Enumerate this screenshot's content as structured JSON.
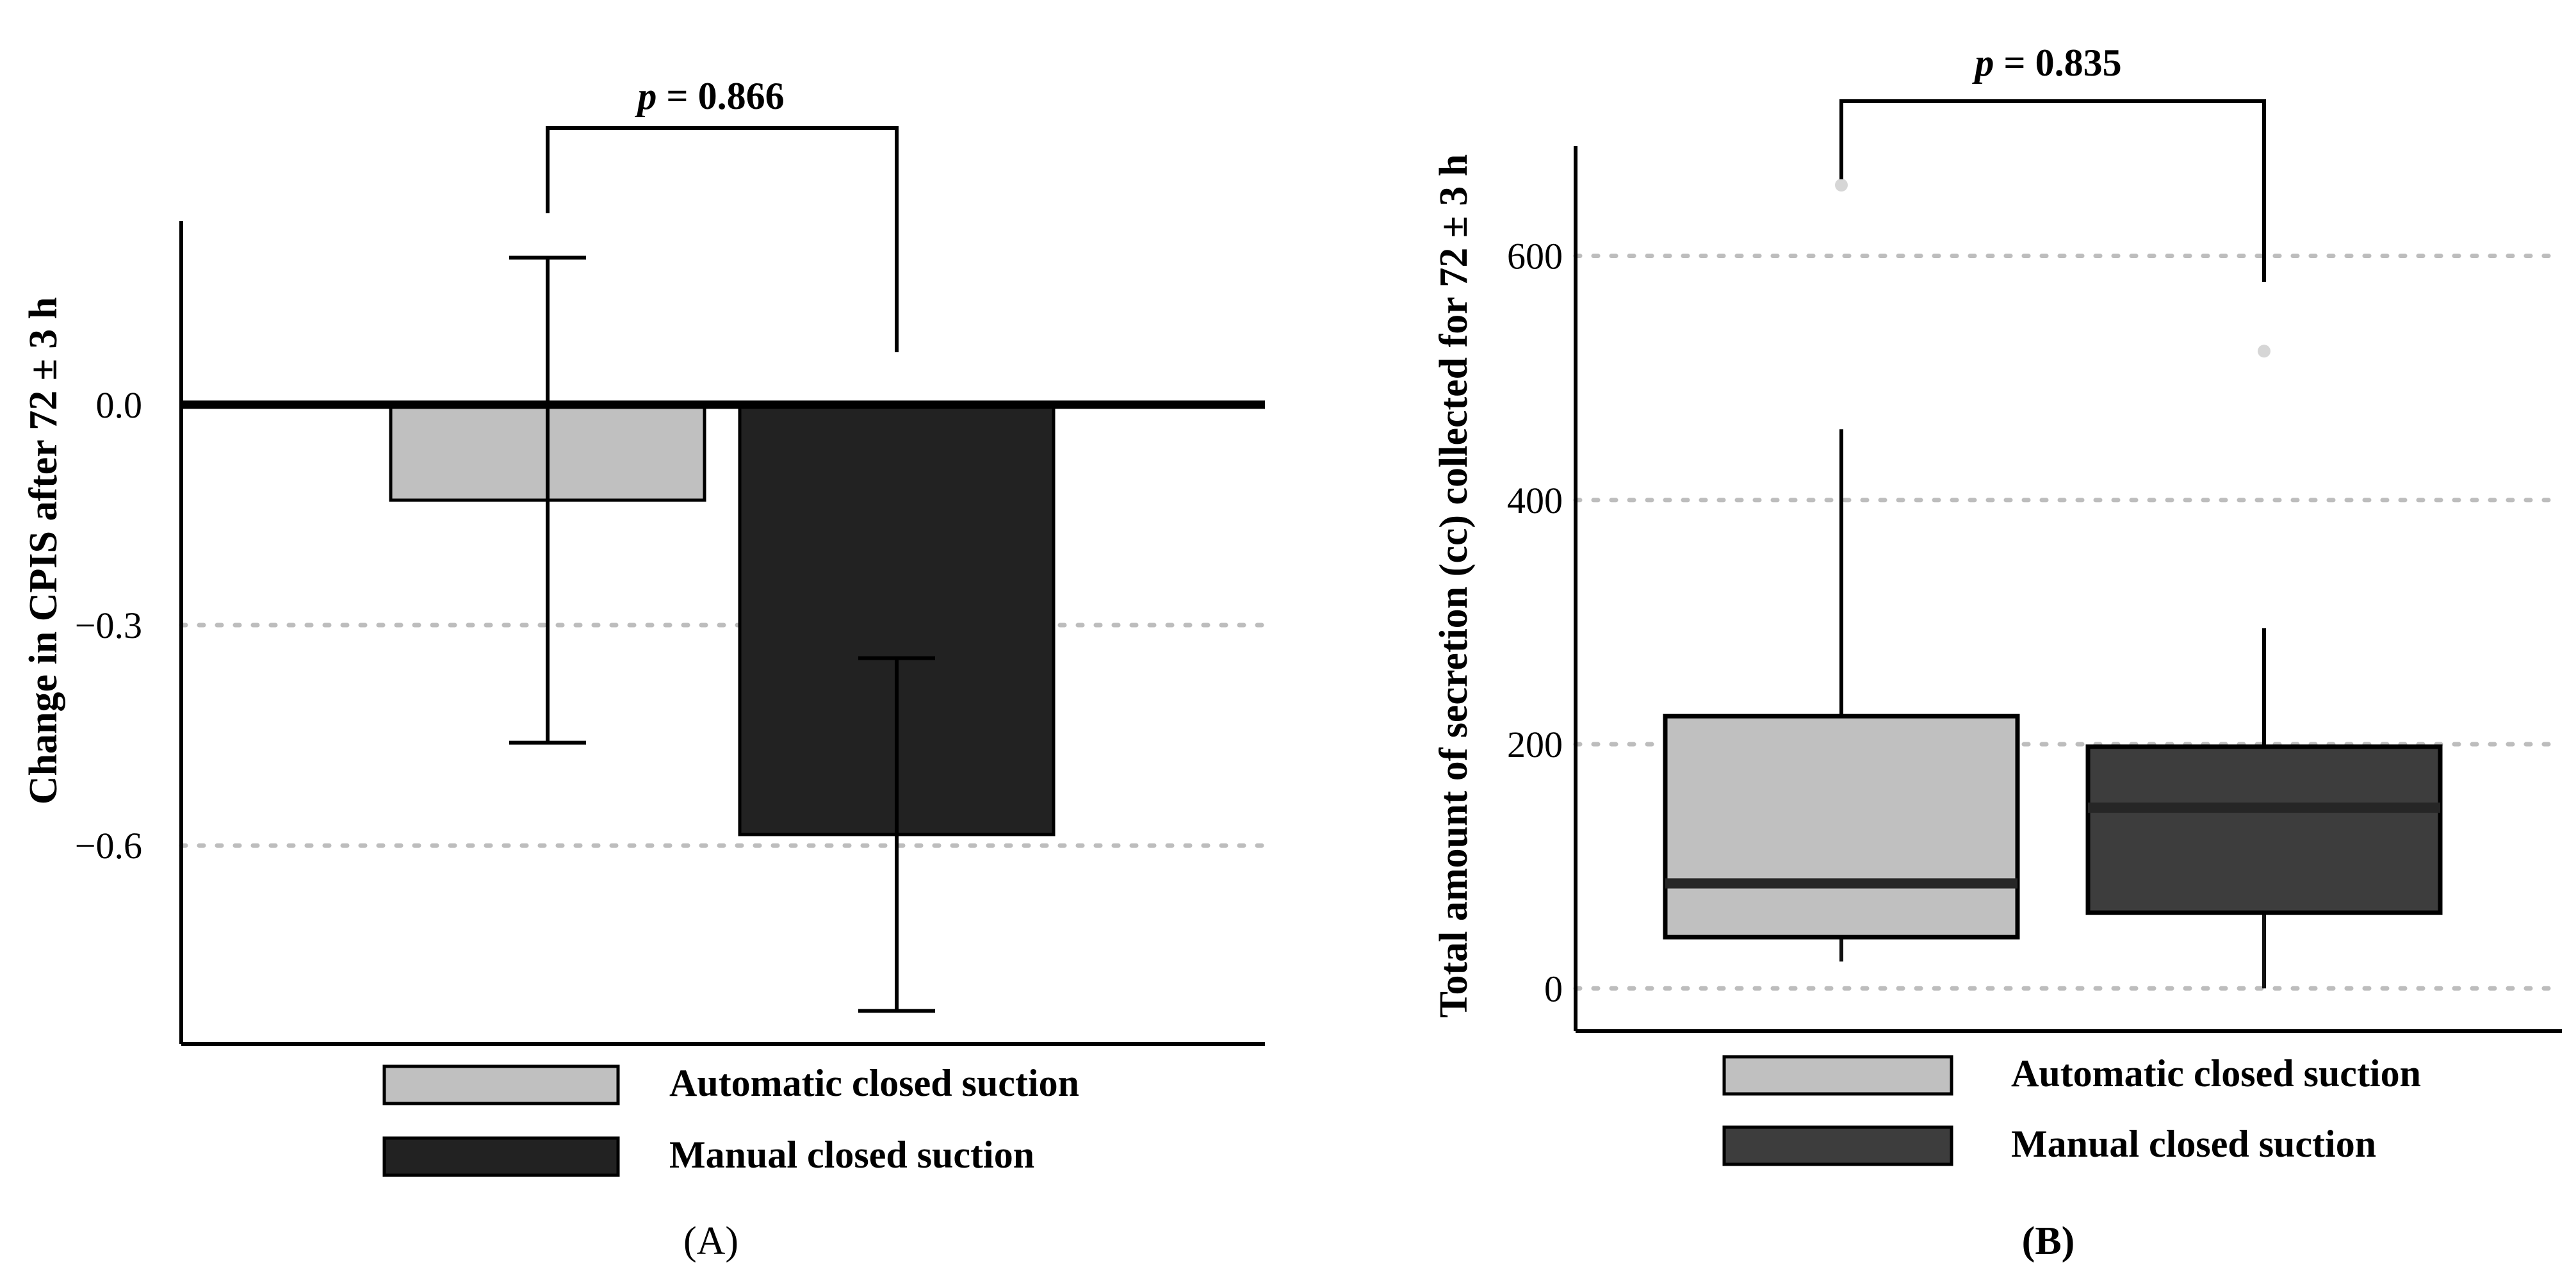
{
  "colors": {
    "auto_bar": "#c0c0c0",
    "manual_bar": "#222222",
    "auto_box": "#c0c0c0",
    "manual_box": "#3d3d3d",
    "grid": "#bdbdbd",
    "outlier": "#d6d6d6",
    "ink": "#000000"
  },
  "chart_data": [
    {
      "type": "bar",
      "panel_label": "A",
      "ylabel": "Change in CPIS after 72 ± 3 h",
      "yticks": [
        "0.0",
        "−0.3",
        "−0.6"
      ],
      "ytick_values": [
        0.0,
        -0.3,
        -0.6
      ],
      "ylim": [
        -0.87,
        0.25
      ],
      "grid": "dotted horizontal at tick values",
      "categories": [
        "Automatic closed suction",
        "Manual closed suction"
      ],
      "values": [
        -0.13,
        -0.585
      ],
      "error_low": [
        -0.46,
        -0.825
      ],
      "error_high": [
        0.2,
        -0.345
      ],
      "significance": {
        "p_italic": "p",
        "p_value": "= 0.866"
      },
      "legend_position": "bottom",
      "legend": [
        {
          "label": "Automatic closed suction",
          "color": "#c0c0c0"
        },
        {
          "label": "Manual closed suction",
          "color": "#222222"
        }
      ]
    },
    {
      "type": "box",
      "panel_label": "B",
      "ylabel": "Total amount of secretion (cc) collected for 72 ± 3 h",
      "yticks": [
        "0",
        "200",
        "400",
        "600"
      ],
      "ytick_values": [
        0,
        200,
        400,
        600
      ],
      "ylim": [
        -35,
        690
      ],
      "grid": "dotted horizontal at tick values",
      "categories": [
        "Automatic closed suction",
        "Manual closed suction"
      ],
      "boxes": [
        {
          "name": "Automatic closed suction",
          "whisker_low": 22,
          "q1": 42,
          "median": 86,
          "q3": 223,
          "whisker_high": 458,
          "outliers": [
            658
          ]
        },
        {
          "name": "Manual closed suction",
          "whisker_low": 0,
          "q1": 62,
          "median": 148,
          "q3": 198,
          "whisker_high": 295,
          "outliers": [
            522
          ]
        }
      ],
      "significance": {
        "p_italic": "p",
        "p_value": "= 0.835"
      },
      "legend_position": "bottom",
      "legend": [
        {
          "label": "Automatic closed suction",
          "color": "#c0c0c0"
        },
        {
          "label": "Manual closed suction",
          "color": "#3d3d3d"
        }
      ]
    }
  ]
}
